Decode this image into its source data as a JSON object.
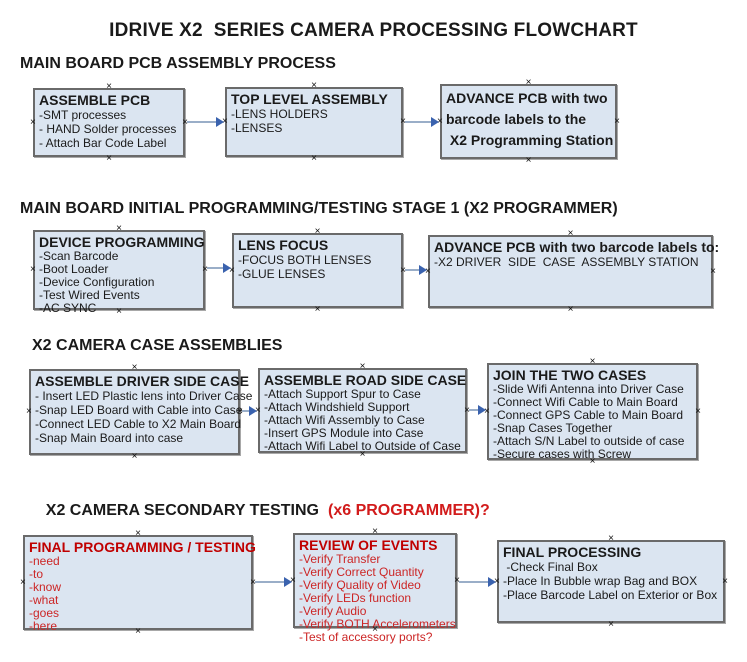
{
  "page": {
    "title": "IDRIVE X2  SERIES CAMERA PROCESSING FLOWCHART"
  },
  "sections": [
    {
      "heading": "MAIN BOARD PCB ASSEMBLY PROCESS"
    },
    {
      "heading": "MAIN BOARD INITIAL PROGRAMMING/TESTING STAGE 1 (X2 PROGRAMMER)"
    },
    {
      "heading": "X2 CAMERA CASE ASSEMBLIES"
    },
    {
      "heading": "X2 CAMERA SECONDARY TESTING",
      "heading_suffix": "(x6 PROGRAMMER)?"
    }
  ],
  "boxes": [
    {
      "title": "ASSEMBLE PCB",
      "lines": [
        "-SMT processes",
        "- HAND Solder processes",
        "- Attach Bar Code Label"
      ]
    },
    {
      "title": "TOP LEVEL ASSEMBLY",
      "lines": [
        "-LENS HOLDERS",
        "-LENSES"
      ]
    },
    {
      "title": "",
      "lines": [
        "ADVANCE PCB with two",
        "barcode labels to the",
        " X2 Programming Station"
      ]
    },
    {
      "title": "DEVICE PROGRAMMING",
      "lines": [
        "-Scan Barcode",
        "-Boot Loader",
        "-Device Configuration",
        "-Test Wired Events",
        "-AC SYNC"
      ]
    },
    {
      "title": "LENS FOCUS",
      "lines": [
        "-FOCUS BOTH LENSES",
        "-GLUE LENSES"
      ]
    },
    {
      "title": "ADVANCE PCB with two barcode labels to:",
      "lines": [
        "-X2 DRIVER  SIDE  CASE  ASSEMBLY STATION"
      ]
    },
    {
      "title": "ASSEMBLE DRIVER SIDE CASE",
      "lines": [
        "- Insert LED Plastic lens into Driver Case",
        "-Snap LED Board with Cable into Case",
        "-Connect LED Cable to X2 Main Board",
        "-Snap Main Board into case"
      ]
    },
    {
      "title": "ASSEMBLE ROAD SIDE CASE",
      "lines": [
        "-Attach Support Spur to Case",
        "-Attach Windshield Support",
        "-Attach Wifi Assembly to Case",
        "-Insert GPS Module into Case",
        "-Attach Wifi Label to Outside of Case"
      ]
    },
    {
      "title": "JOIN THE TWO CASES",
      "lines": [
        "-Slide Wifi Antenna into Driver Case",
        "-Connect Wifi Cable to Main Board",
        "-Connect GPS Cable to Main Board",
        "-Snap Cases Together",
        "-Attach S/N Label to outside of case",
        "-Secure cases with Screw"
      ]
    },
    {
      "title": "FINAL PROGRAMMING / TESTING",
      "lines": [
        "-need",
        "-to",
        "-know",
        "-what",
        "-goes",
        "-here"
      ]
    },
    {
      "title": "REVIEW OF EVENTS",
      "lines": [
        "-Verify Transfer",
        "-Verify Correct Quantity",
        "-Verify Quality of Video",
        "-Verify LEDs function",
        "-Verify Audio",
        "-Verify BOTH Accelerometers",
        "-Test of accessory ports?"
      ]
    },
    {
      "title": "FINAL PROCESSING",
      "lines": [
        " -Check Final Box",
        "-Place In Bubble wrap Bag and BOX",
        "-Place Barcode Label on Exterior or Box"
      ]
    }
  ],
  "icons": {
    "connection_handle": "×"
  },
  "colors": {
    "text": "#1a1a1a",
    "box_fill": "#dbe5f1",
    "box_border": "#6a6a6a",
    "red_heading": "#d21b1b",
    "red_title": "#c00000",
    "red_body": "#cc2626",
    "arrow_line": "#9aaec8",
    "arrow_head": "#3a62ae"
  }
}
